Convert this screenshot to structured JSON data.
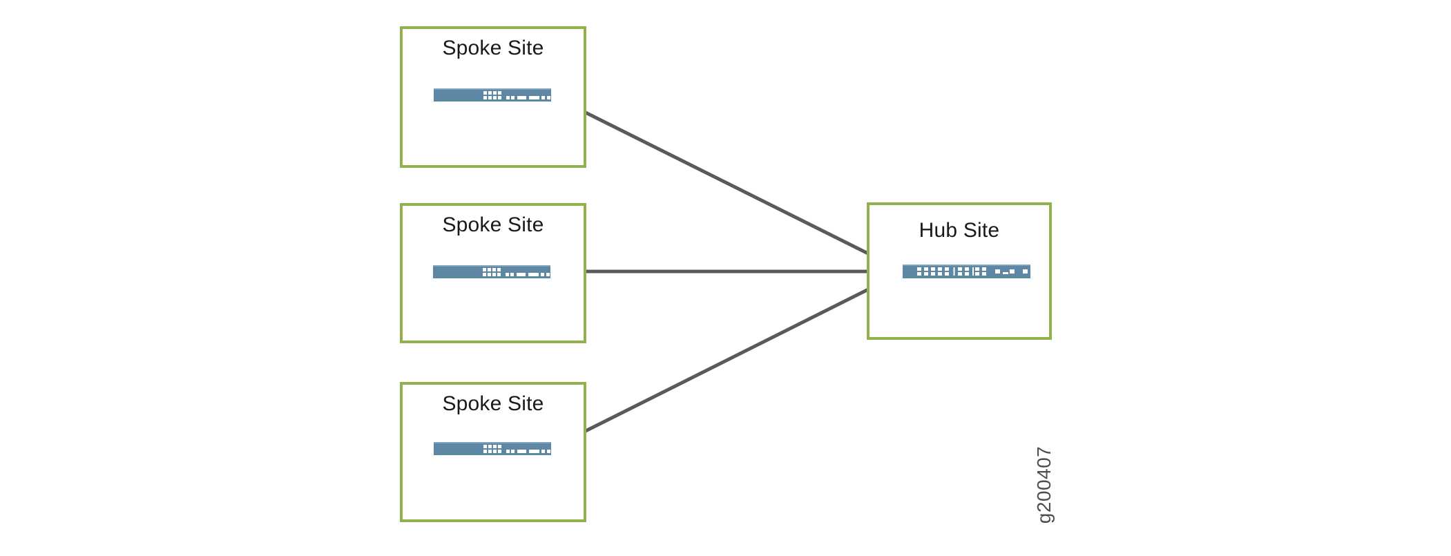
{
  "sites": {
    "spoke1": {
      "label": "Spoke Site",
      "device": "switch"
    },
    "spoke2": {
      "label": "Spoke Site",
      "device": "switch"
    },
    "spoke3": {
      "label": "Spoke Site",
      "device": "switch"
    },
    "hub": {
      "label": "Hub Site",
      "device": "hub-gateway"
    }
  },
  "topology": {
    "type": "hub-and-spoke",
    "links": [
      {
        "from": "spoke1",
        "to": "hub"
      },
      {
        "from": "spoke2",
        "to": "hub"
      },
      {
        "from": "spoke3",
        "to": "hub"
      }
    ]
  },
  "figure": {
    "id_label": "g200407"
  },
  "colors": {
    "site_border_green": "#8FB24A",
    "device_blue": "#5E87A5",
    "device_highlight": "#7FA2BA",
    "port_white": "#FFFFFF",
    "link_gray": "#595A5C",
    "title_text": "#1A1A1A",
    "figure_id_gray": "#4D4D4F",
    "background": "#FFFFFF"
  }
}
